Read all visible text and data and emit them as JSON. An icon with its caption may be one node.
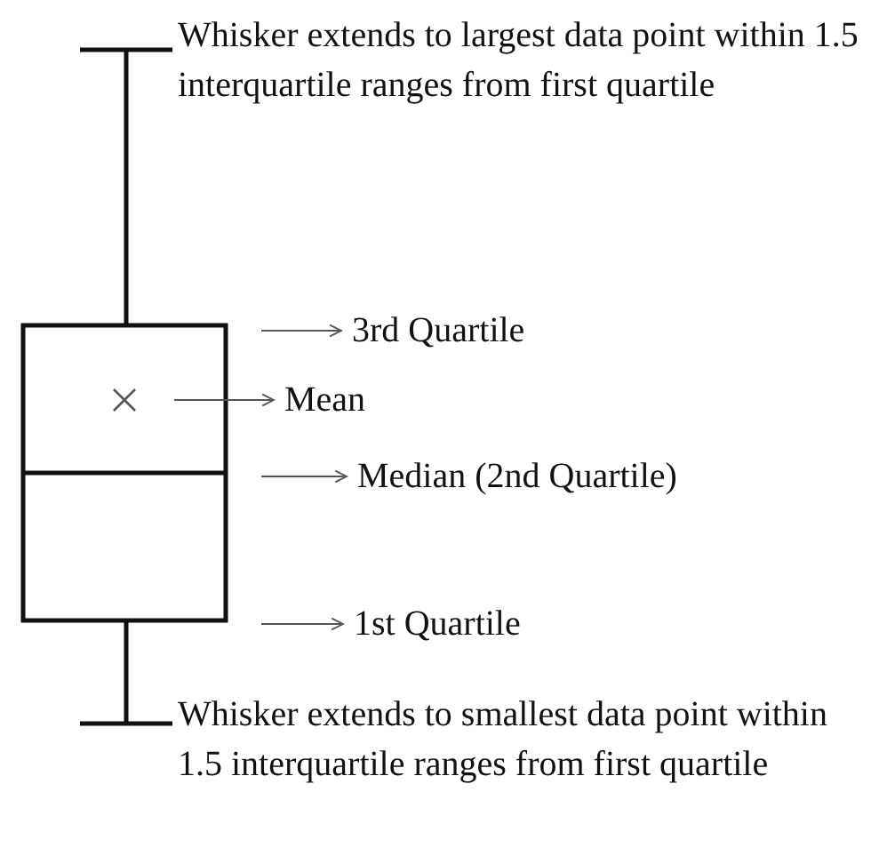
{
  "diagram": {
    "nodes": [
      {
        "text": [
          "Whisker extends to largest data point within 1.5 interquartile ranges from first quartile"
        ]
      },
      {
        "text": [
          "3rd Quartile"
        ]
      },
      {
        "text": [],
        "shape": "cross"
      },
      {
        "text": [
          "Mean"
        ]
      },
      {
        "text": [
          "Median (2nd Quartile)"
        ]
      },
      {
        "text": [
          "1st Quartile"
        ]
      },
      {
        "text": [
          "Whisker extends to smallest data point within 1.5 interquartile ranges from first quartile"
        ]
      }
    ],
    "edges": [
      {
        "from": null,
        "to": 1,
        "arrow": "to"
      },
      {
        "from": 2,
        "to": 3,
        "arrow": "to"
      },
      {
        "from": null,
        "to": 4,
        "arrow": "to"
      },
      {
        "from": null,
        "to": 5,
        "arrow": "to"
      }
    ]
  }
}
